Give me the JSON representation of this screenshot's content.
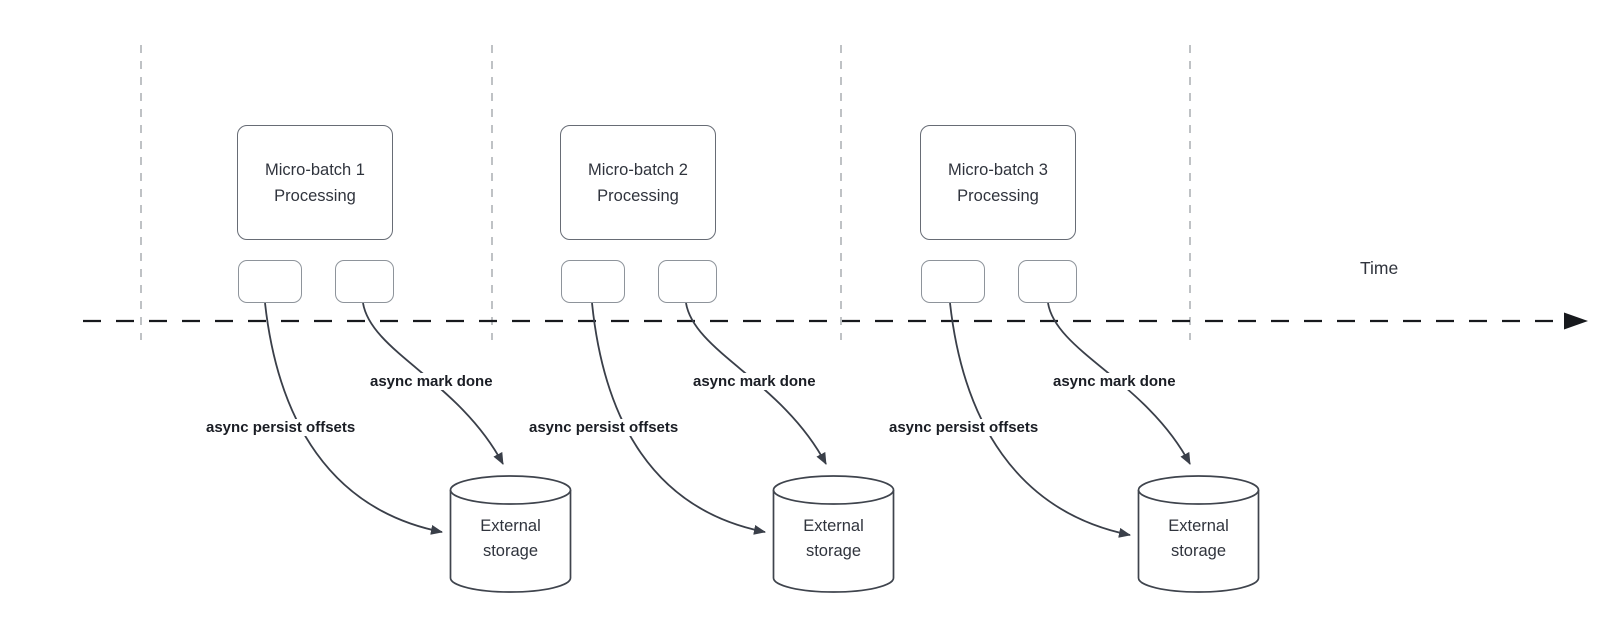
{
  "diagram": {
    "type": "micro-batch-processing-timeline",
    "timeline": {
      "label": "Time"
    },
    "batches": [
      {
        "title_line1": "Micro-batch 1",
        "title_line2": "Processing",
        "persist_label": "async persist offsets",
        "mark_label": "async mark done",
        "storage_line1": "External",
        "storage_line2": "storage"
      },
      {
        "title_line1": "Micro-batch 2",
        "title_line2": "Processing",
        "persist_label": "async persist offsets",
        "mark_label": "async mark done",
        "storage_line1": "External",
        "storage_line2": "storage"
      },
      {
        "title_line1": "Micro-batch 3",
        "title_line2": "Processing",
        "persist_label": "async persist offsets",
        "mark_label": "async mark done",
        "storage_line1": "External",
        "storage_line2": "storage"
      }
    ],
    "colors": {
      "background": "#ffffff",
      "stroke_dark": "#3a3f49",
      "timeline_stroke": "#17191d",
      "lane_divider": "#b4b7bb",
      "box_border": "#676c75",
      "small_box_border": "#8e949b",
      "text": "#30343d",
      "label_text": "#1a1d24"
    }
  }
}
